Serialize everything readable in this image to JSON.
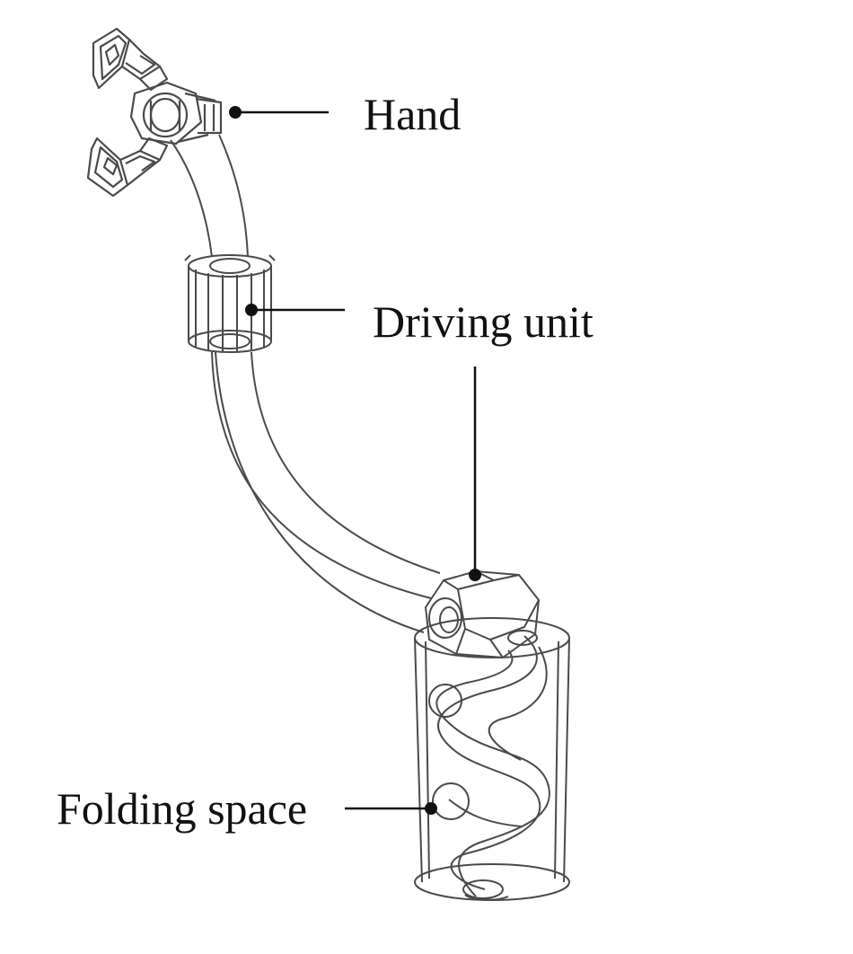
{
  "labels": {
    "hand": "Hand",
    "driving_unit": "Driving unit",
    "folding_space": "Folding space"
  },
  "colors": {
    "wireframe": "#4a4a4a",
    "leader": "#111111",
    "background": "#ffffff"
  }
}
